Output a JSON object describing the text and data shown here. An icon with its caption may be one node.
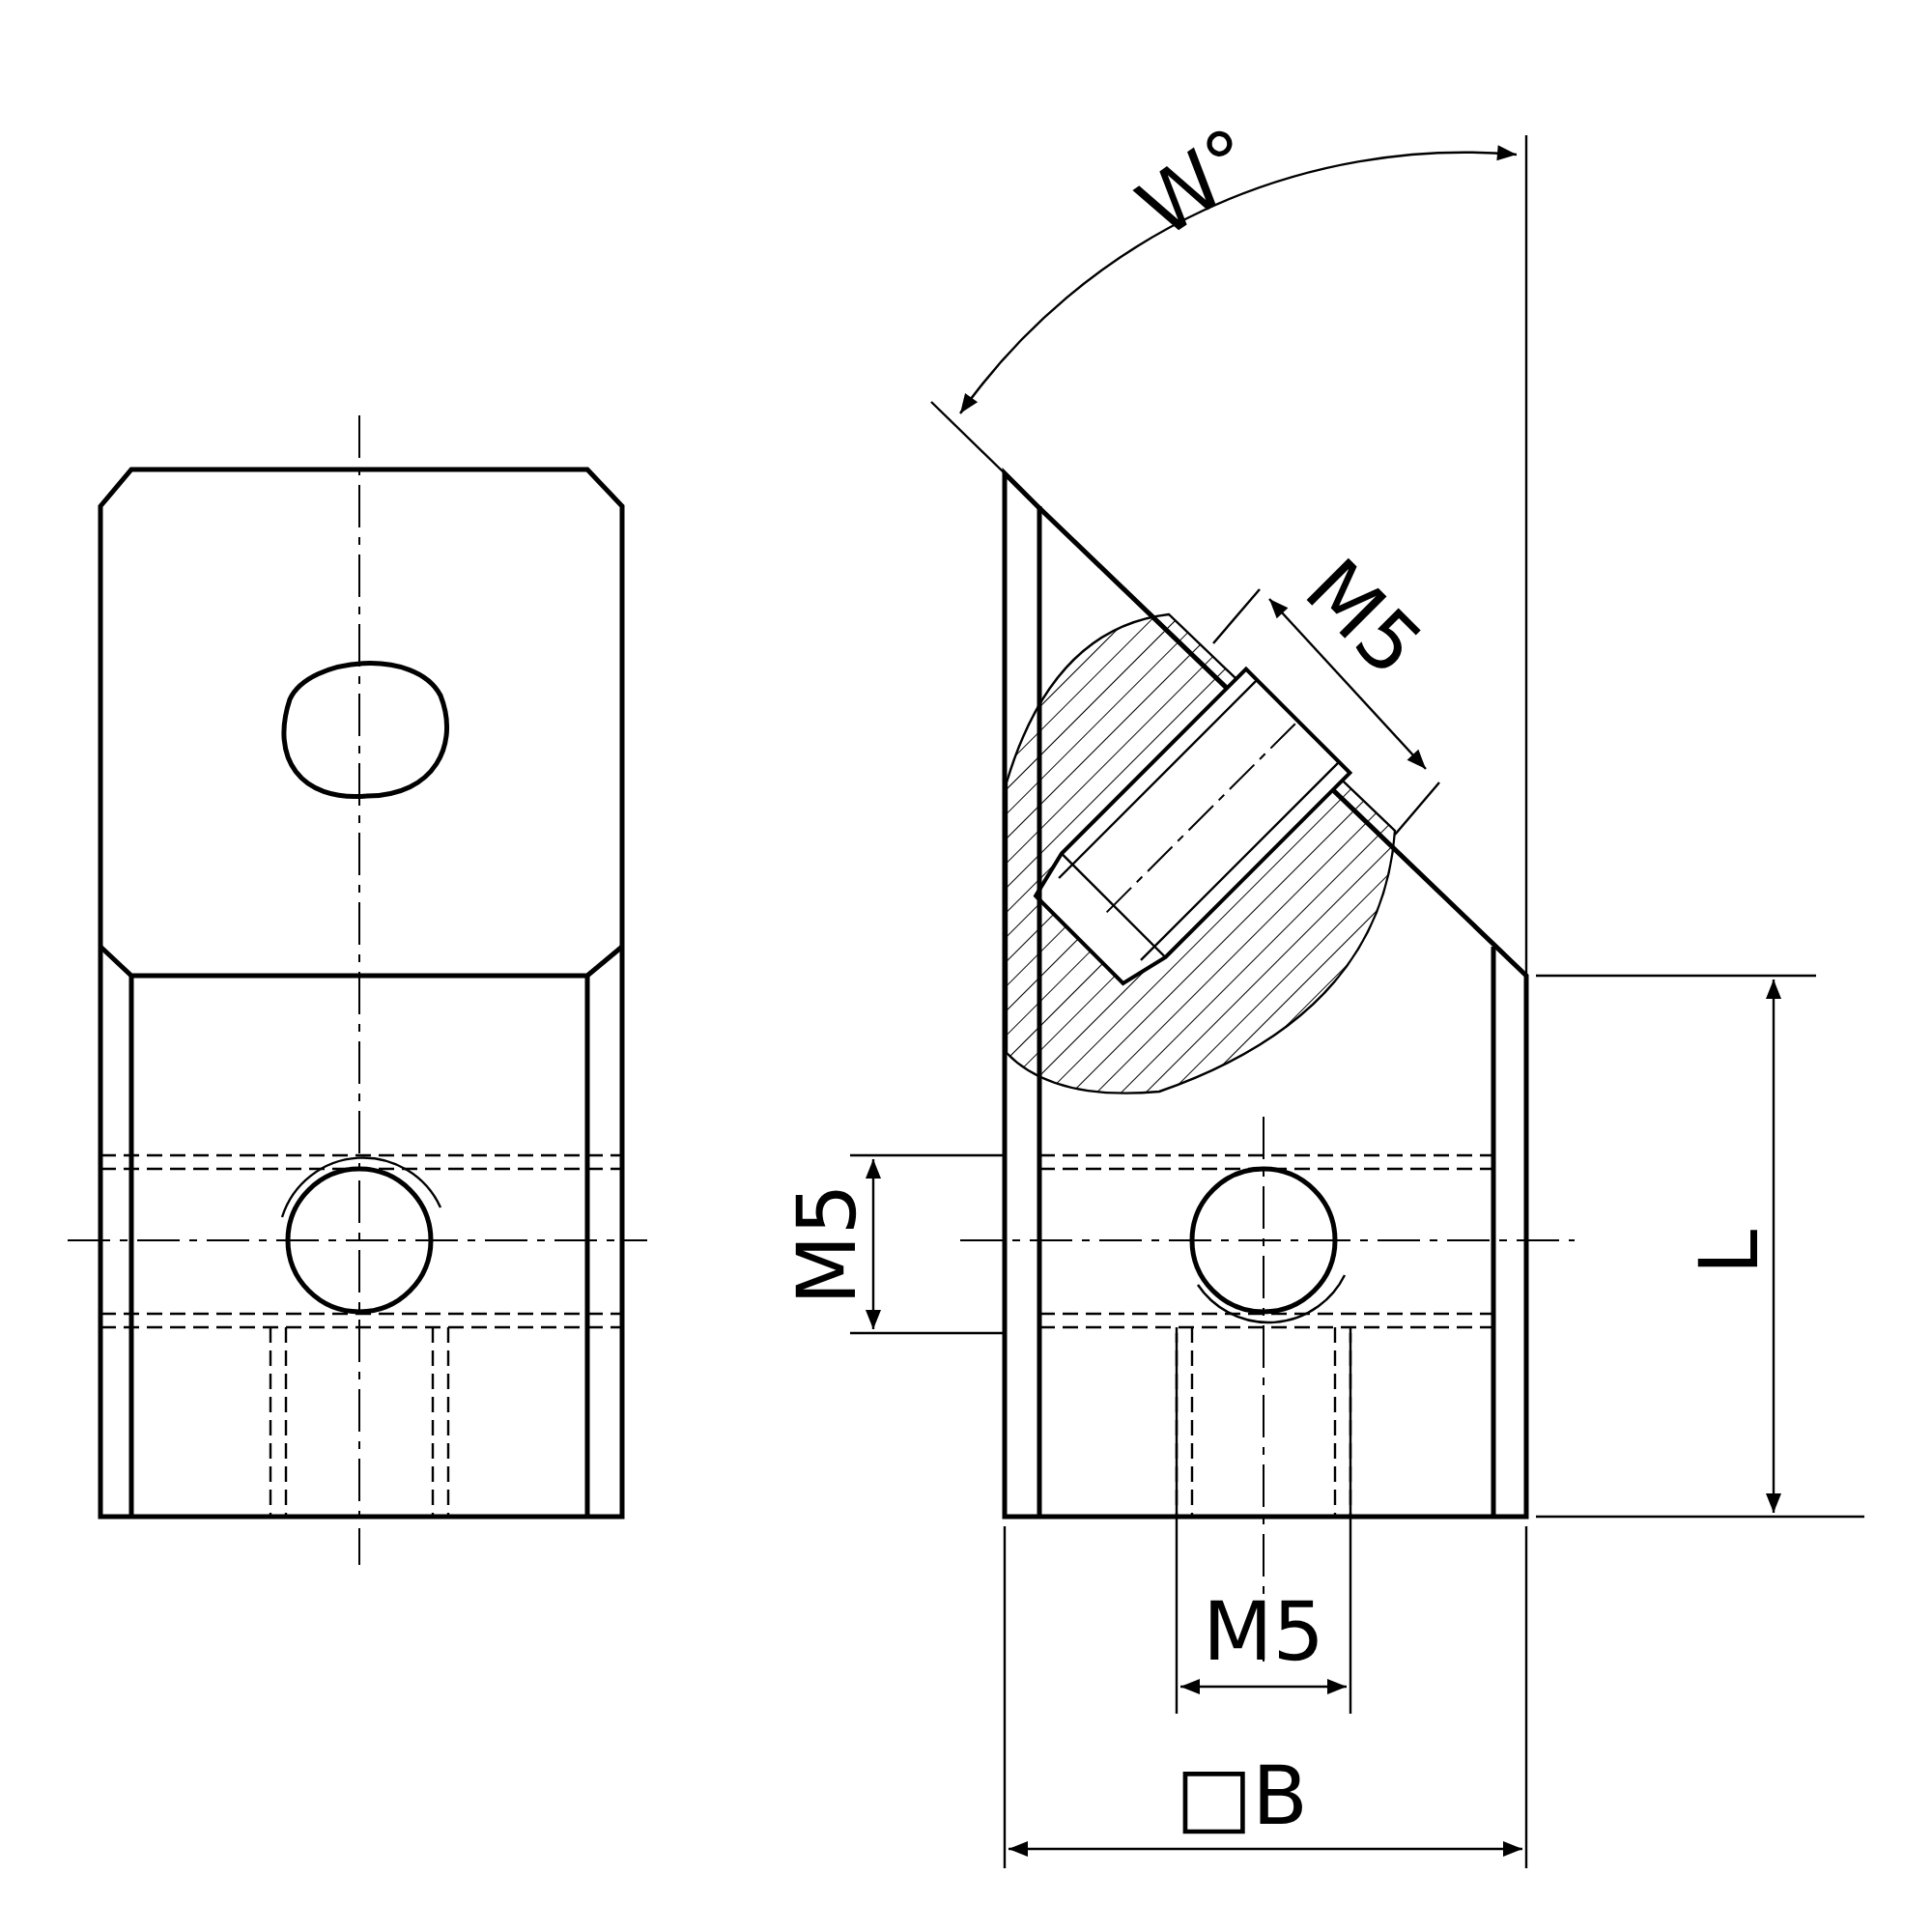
{
  "diagram": {
    "labels": [
      "W°",
      "M5",
      "M5",
      "L",
      "M5",
      "□B"
    ]
  }
}
